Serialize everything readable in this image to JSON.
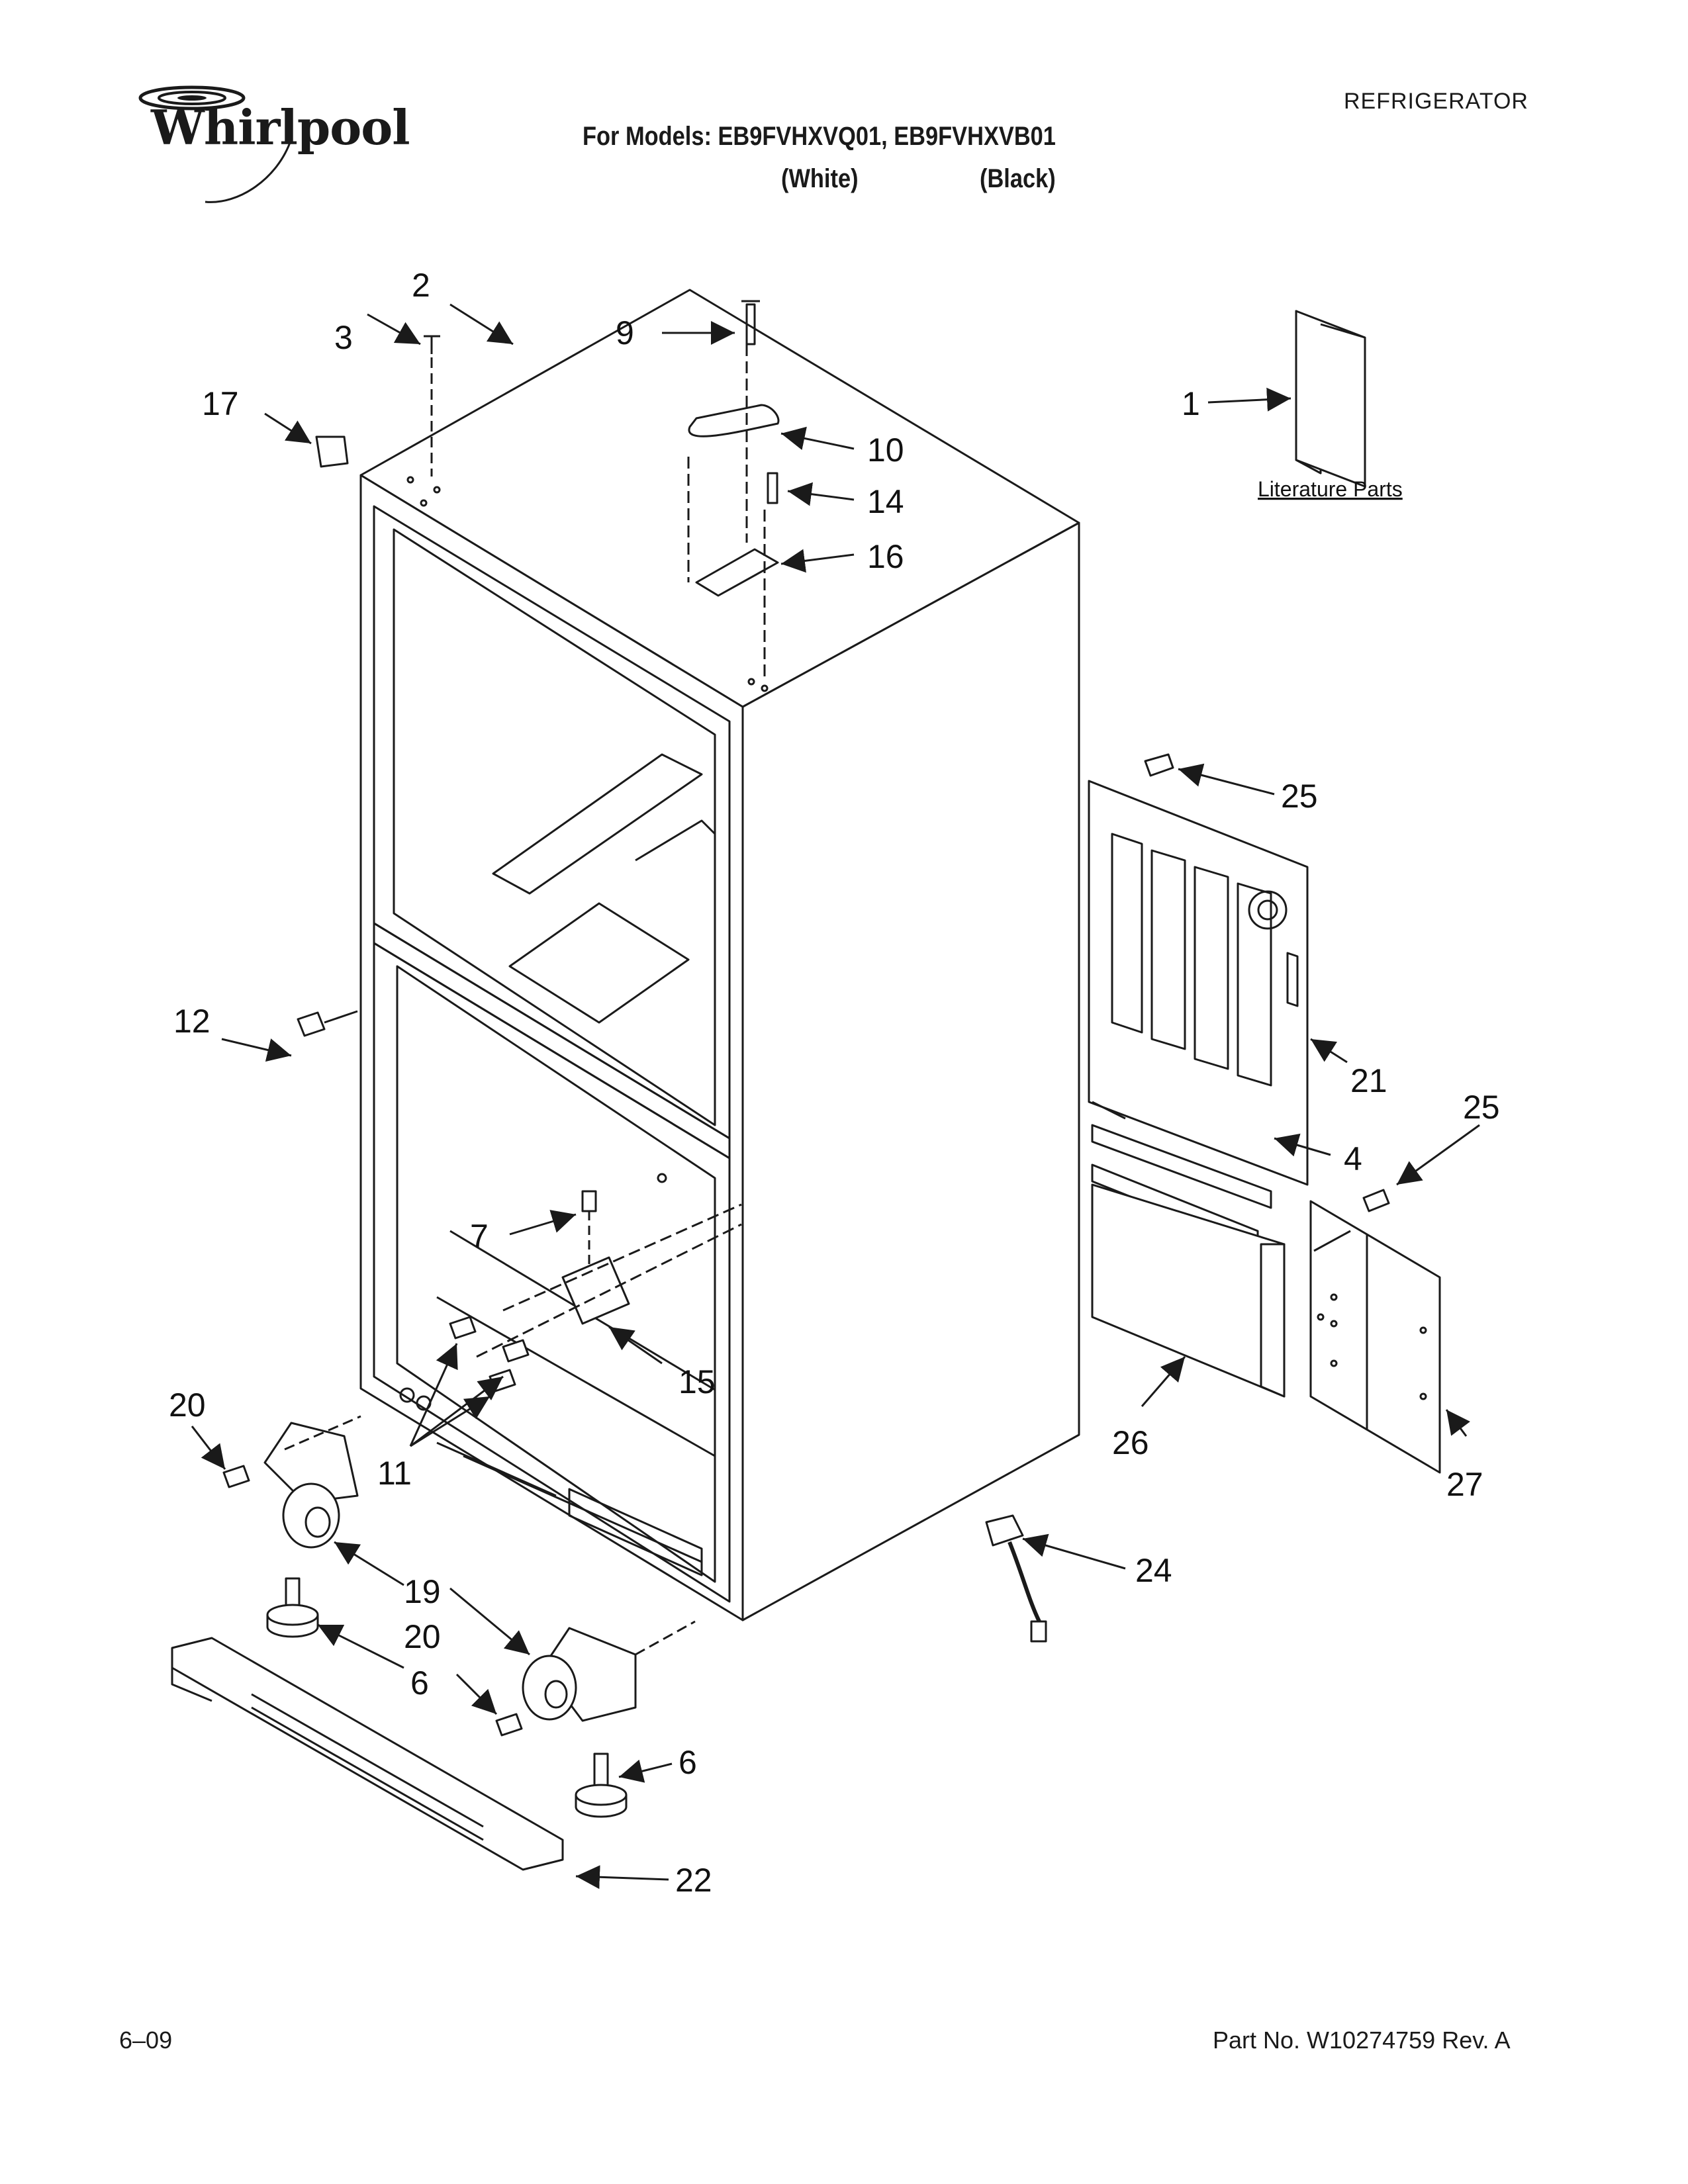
{
  "header": {
    "brand": "Whirlpool",
    "category": "REFRIGERATOR",
    "models_line": "For Models: EB9FVHXVQ01, EB9FVHXVB01",
    "variant_white": "(White)",
    "variant_black": "(Black)"
  },
  "diagram": {
    "literature_label": "Literature Parts",
    "callouts": {
      "c1": "1",
      "c2": "2",
      "c3": "3",
      "c4": "4",
      "c6a": "6",
      "c6b": "6",
      "c7": "7",
      "c9": "9",
      "c10": "10",
      "c11": "11",
      "c12": "12",
      "c14": "14",
      "c15": "15",
      "c16": "16",
      "c17": "17",
      "c19": "19",
      "c20a": "20",
      "c20b": "20",
      "c21": "21",
      "c22": "22",
      "c24": "24",
      "c25a": "25",
      "c25b": "25",
      "c26": "26",
      "c27": "27"
    }
  },
  "footer": {
    "date": "6–09",
    "part_number": "Part No. W10274759 Rev. A"
  },
  "colors": {
    "ink": "#1a1a1a",
    "paper": "#ffffff"
  }
}
